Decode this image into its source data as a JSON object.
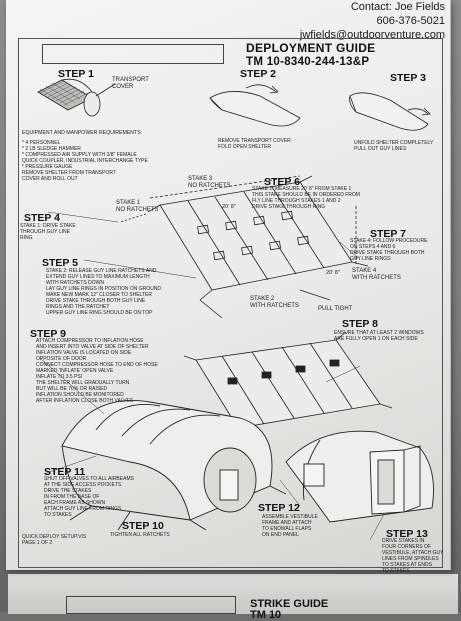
{
  "contact": {
    "line1": "Contact:  Joe Fields",
    "line2": "606-376-5021",
    "line3": "jwfields@outdoorventure.com"
  },
  "header": {
    "title": "DEPLOYMENT GUIDE",
    "tm": "TM 10-8340-244-13&P"
  },
  "steps": {
    "s1": "STEP 1",
    "s2": "STEP 2",
    "s3": "STEP 3",
    "s4": "STEP 4",
    "s5": "STEP 5",
    "s6": "STEP 6",
    "s7": "STEP 7",
    "s8": "STEP 8",
    "s9": "STEP 9",
    "s10": "STEP 10",
    "s11": "STEP 11",
    "s12": "STEP 12",
    "s13": "STEP 13"
  },
  "labels": {
    "transport_cover": "TRANSPORT\nCOVER",
    "equipment_heading": "EQUIPMENT AND MANPOWER REQUIREMENTS:",
    "equipment_list": "* 4 PERSONNEL\n* 2 LB SLEDGE HAMMER\n* COMPRESSED AIR SUPPLY WITH 3/8\" FEMALE\n  QUICK COUPLER, INDUSTRIAL INTERCHANGE TYPE\n* PRESSURE GAUGE",
    "step1_text": "REMOVE SHELTER FROM TRANSPORT\nCOVER AND ROLL OUT",
    "step2_text": "REMOVE TRANSPORT COVER\nFOLD OPEN SHELTER",
    "step3_text": "UNFOLD SHELTER COMPLETELY\nPULL OUT GUY LINES",
    "stake3": "STAKE 3\nNO RATCHETS",
    "stake1": "STAKE 1\nNO RATCHETS",
    "dim_top": "20' 8\"",
    "dim_right": "20' 8\"",
    "step6_text": "STAKE 2: MEASURE 20' 8\" FROM STAKE 1\nTHIS STAKE SHOULD BE IN ORDERED FROM\nFLY LINE THROUGH STAKES 1 AND 2\nDRIVE STAKE THROUGH RING",
    "step4_text": "STAKE 1: DRIVE STAKE\nTHROUGH GUY LINE\nRING",
    "step7_text": "STAKE 4: FOLLOW PROCEDURE\nON STEPS 4 AND 6\nDRIVE STAKE THROUGH BOTH\nGUY LINE RINGS",
    "step5_text": "STAKE 2: RELEASE GUY LINE RATCHETS AND\nEXTEND GUY LINES TO MAXIMUM LENGTH\nWITH RATCHETS DOWN\nLAY GUY LINE RINGS IN POSITION ON GROUND\nMAKE NEW MARK 12\" CLOSER TO SHELTER\nDRIVE STAKE THROUGH BOTH GUY LINE\nRINGS AND THE RATCHET\nUPPER GUY LINE RING SHOULD BE ON TOP",
    "stake4": "STAKE 4\nWITH RATCHETS",
    "stake2": "STAKE 2\nWITH RATCHETS",
    "pull_tight": "PULL TIGHT",
    "step8_text": "ENSURE THAT AT LEAST 2 WINDOWS\nARE FULLY OPEN 1 ON EACH SIDE",
    "step9_text": "ATTACH COMPRESSOR TO INFLATION HOSE\nAND INSERT INTO VALVE AT SIDE OF SHELTER\nINFLATION VALVE IS LOCATED ON SIDE\nOPPOSITE OF DOOR\nCONNECT COMPRESSOR HOSE TO END OF HOSE\nMARKED 'INFLATE' OPEN VALVE\nINFLATE TO 3.5 PSI\nTHE SHELTER WILL GRADUALLY TURN\nBUT WILL BE 70% OR RAISED\nINFLATION SHOULD BE MONITORED\nAFTER INFLATION CLOSE BOTH VALVES",
    "step11_text": "SHUT OFF VALVES TO ALL AIRBEAMS\nAT THE SIDE ACCESS POCKETS\nDRIVE THE STAKES\nIN FROM THE BASE OF\nEACH FRAME AS SHOWN\nATTACH GUY LINE FROM RINGS\nTO STAKES",
    "step10_text": "TIGHTEN ALL RATCHETS",
    "step12_text": "ASSEMBLE VESTIBULE\nFRAME AND ATTACH\nTO ENDWALL FLAPS\nON END PANEL",
    "step13_text": "DRIVE STAKES IN\nFOUR CORNERS OF\nVESTIBULE, ATTACH GUY\nLINES FROM SPINDLES\nTO STAKES AT ENDS\nTO STAKES",
    "page_footer": "QUICK DEPLOY SETUP.VIS\nPAGE 1 OF 2"
  },
  "strike": {
    "title": "STRIKE GUIDE",
    "tm": "TM 10"
  }
}
